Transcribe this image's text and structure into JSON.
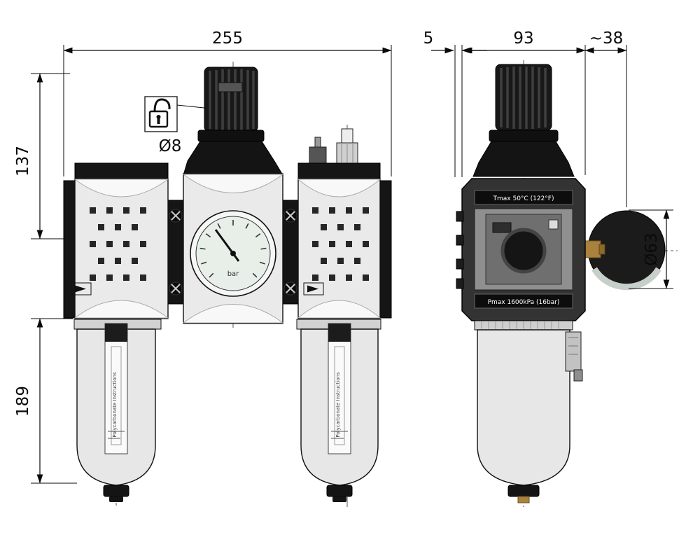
{
  "drawing": {
    "dimensions": {
      "overall_width": "255",
      "upper_height": "137",
      "bowl_height": "189",
      "knob_hex": "Ø8",
      "mount_offset": "5",
      "body_width": "93",
      "gauge_offset": "~38",
      "gauge_diameter": "Ø63"
    },
    "markings": {
      "tmax": "Tmax 50°C (122°F)",
      "pmax": "Pmax 1600kPa (16bar)",
      "gauge_unit": "bar",
      "bowl_print": "Polycarbonate Instructions"
    }
  }
}
